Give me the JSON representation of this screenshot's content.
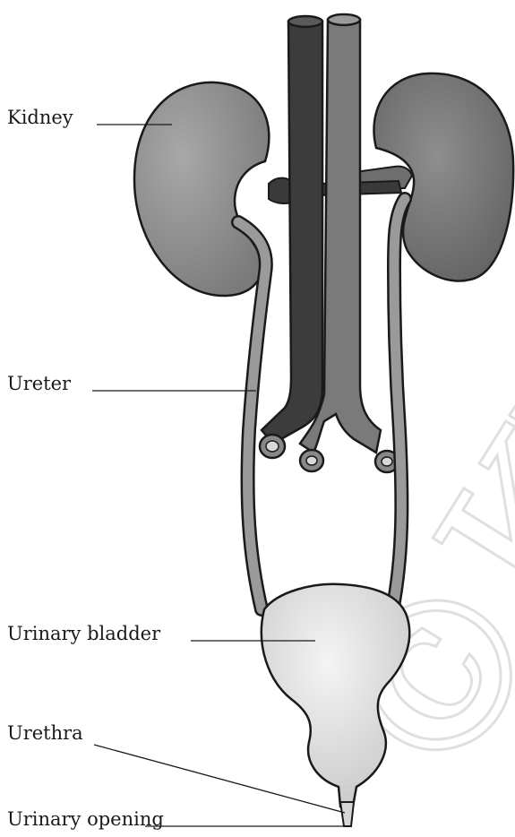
{
  "labels": {
    "kidney": "Kidney",
    "ureter": "Ureter",
    "bladder": "Urinary bladder",
    "urethra": "Urethra",
    "opening": "Urinary opening"
  },
  "watermark": "©KTB"
}
